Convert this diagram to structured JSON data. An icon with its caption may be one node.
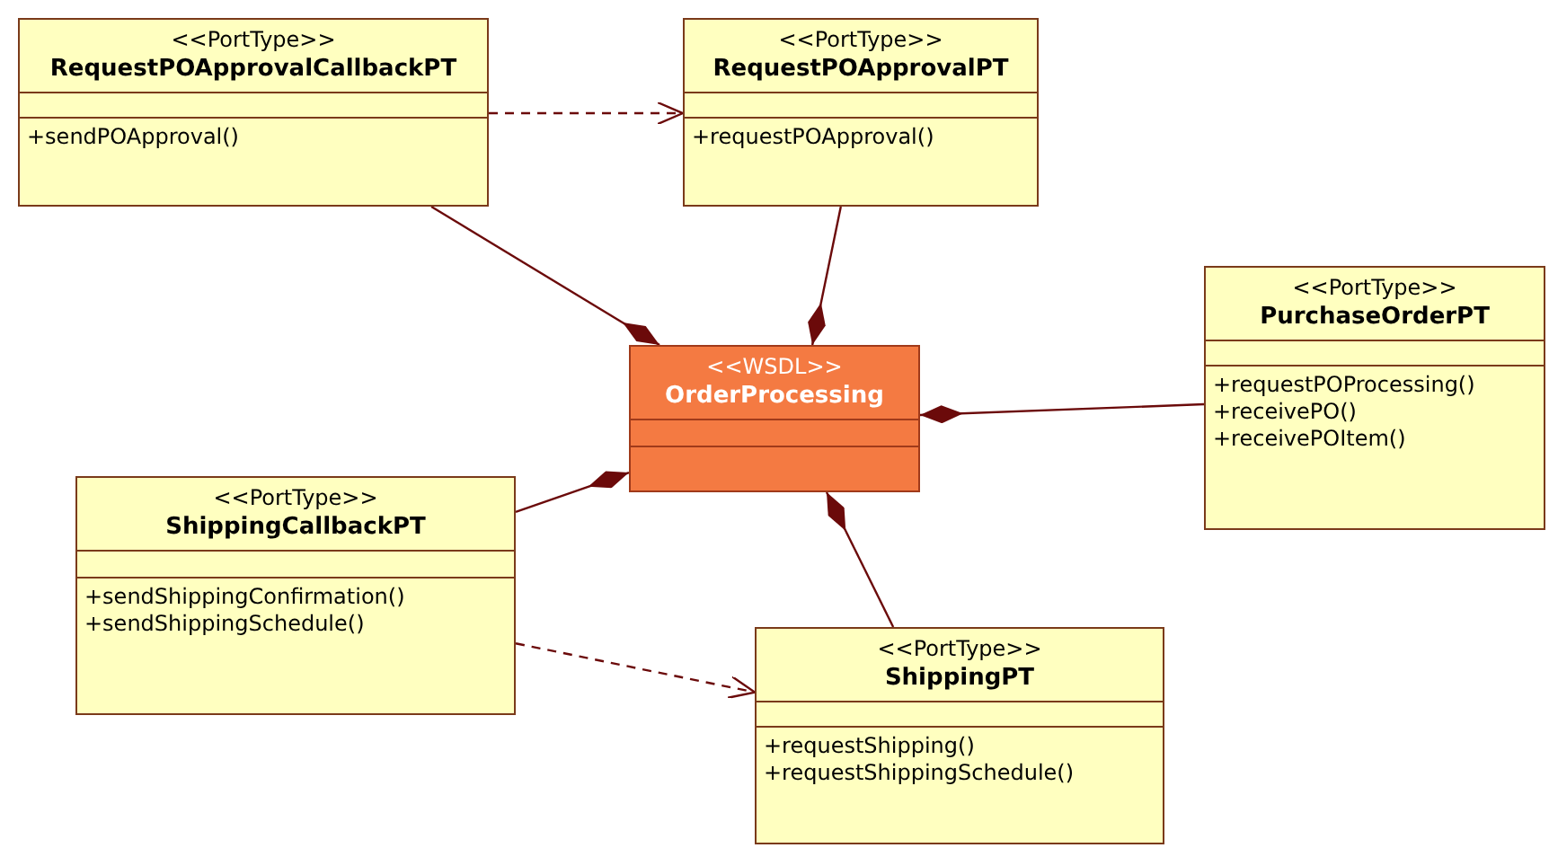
{
  "diagram": {
    "nodes": [
      {
        "text": [
          "<<PortType>>",
          "RequestPOApprovalCallbackPT",
          "+sendPOApproval()"
        ]
      },
      {
        "text": [
          "<<PortType>>",
          "RequestPOApprovalPT",
          "+requestPOApproval()"
        ]
      },
      {
        "text": [
          "<<PortType>>",
          "PurchaseOrderPT",
          "+requestPOProcessing()",
          "+receivePO()",
          "+receivePOItem()"
        ]
      },
      {
        "text": [
          "<<WSDL>>",
          "OrderProcessing"
        ]
      },
      {
        "text": [
          "<<PortType>>",
          "ShippingCallbackPT",
          "+sendShippingConfirmation()",
          "+sendShippingSchedule()"
        ]
      },
      {
        "text": [
          "<<PortType>>",
          "ShippingPT",
          "+requestShipping()",
          "+requestShippingSchedule()"
        ]
      }
    ],
    "edges": [
      {
        "from": 0,
        "to": 3,
        "arrow": "other"
      },
      {
        "from": 1,
        "to": 3,
        "arrow": "other"
      },
      {
        "from": 2,
        "to": 3,
        "arrow": "other"
      },
      {
        "from": 4,
        "to": 3,
        "arrow": "other"
      },
      {
        "from": 5,
        "to": 3,
        "arrow": "other"
      },
      {
        "from": 0,
        "to": 1,
        "arrow": "to",
        "style": "dashed"
      },
      {
        "from": 4,
        "to": 5,
        "arrow": "to",
        "style": "dashed"
      }
    ]
  }
}
